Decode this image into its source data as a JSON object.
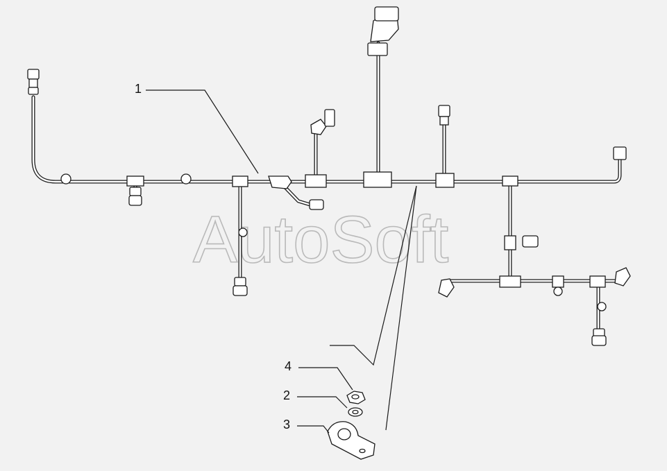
{
  "watermark": "AutoSoft",
  "callouts": [
    {
      "id": "1",
      "label": "1"
    },
    {
      "id": "2",
      "label": "2"
    },
    {
      "id": "3",
      "label": "3"
    },
    {
      "id": "4",
      "label": "4"
    }
  ]
}
